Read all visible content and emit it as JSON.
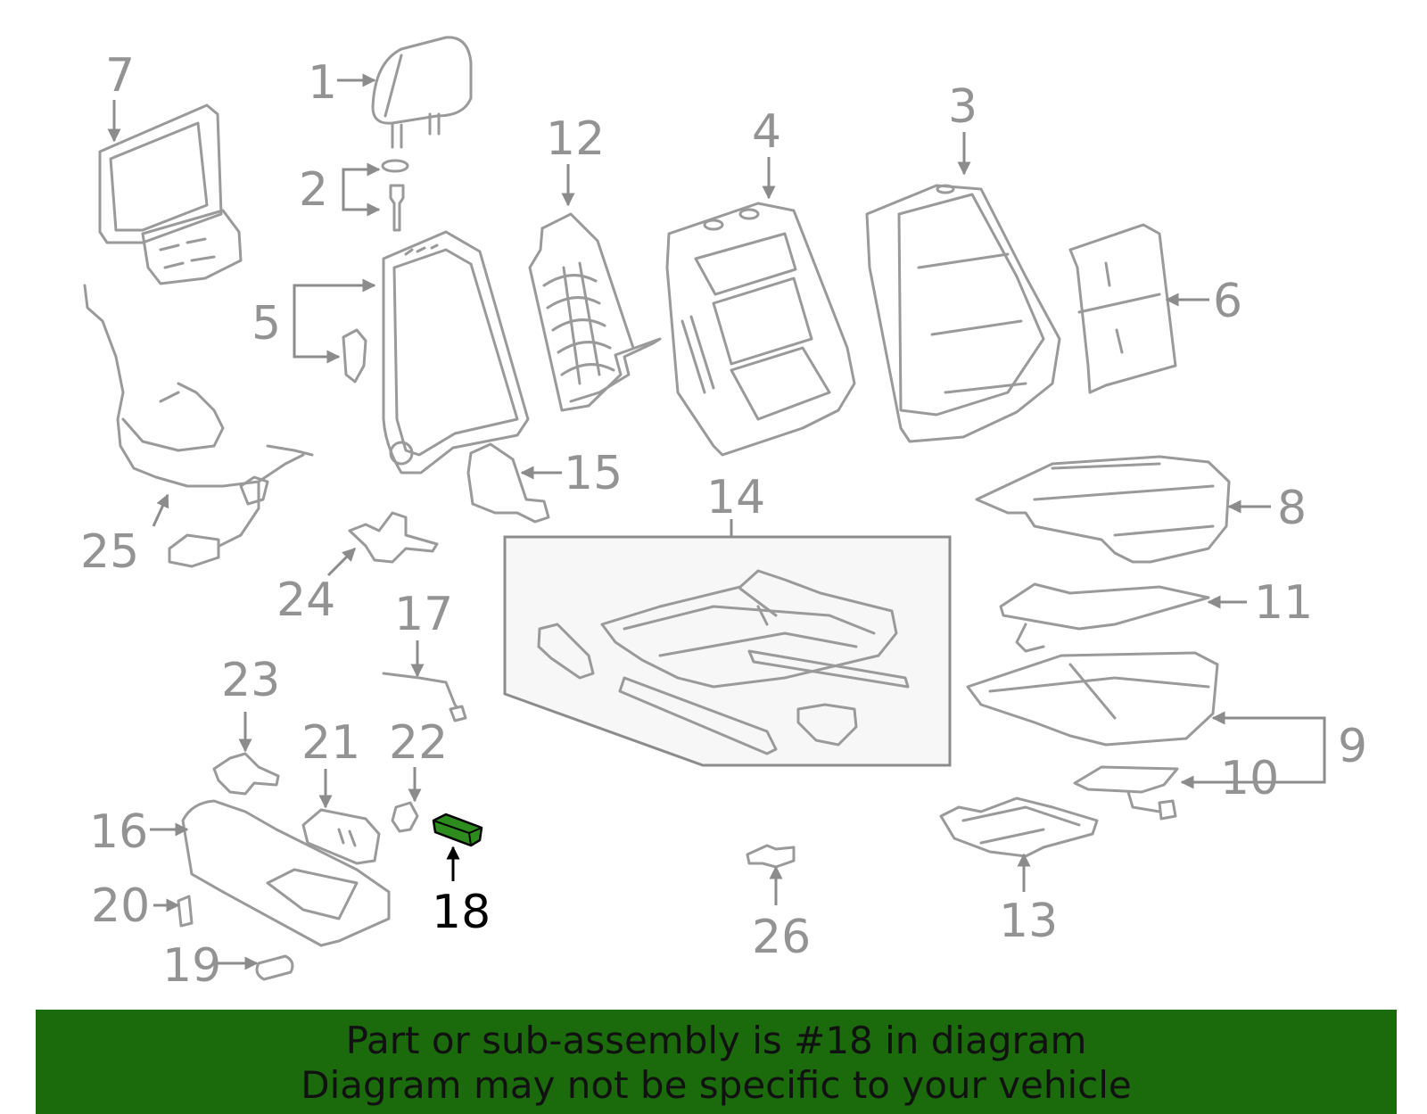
{
  "diagram": {
    "highlighted_part": "18",
    "highlight_color": "#2e8b1e",
    "part_labels": [
      "1",
      "2",
      "3",
      "4",
      "5",
      "6",
      "7",
      "8",
      "9",
      "10",
      "11",
      "12",
      "13",
      "14",
      "15",
      "16",
      "17",
      "18",
      "19",
      "20",
      "21",
      "22",
      "23",
      "24",
      "25",
      "26"
    ]
  },
  "banner": {
    "line1": "Part or sub-assembly is #18 in diagram",
    "line2": "Diagram may not be specific to your vehicle",
    "color": "#1b6a0c"
  }
}
